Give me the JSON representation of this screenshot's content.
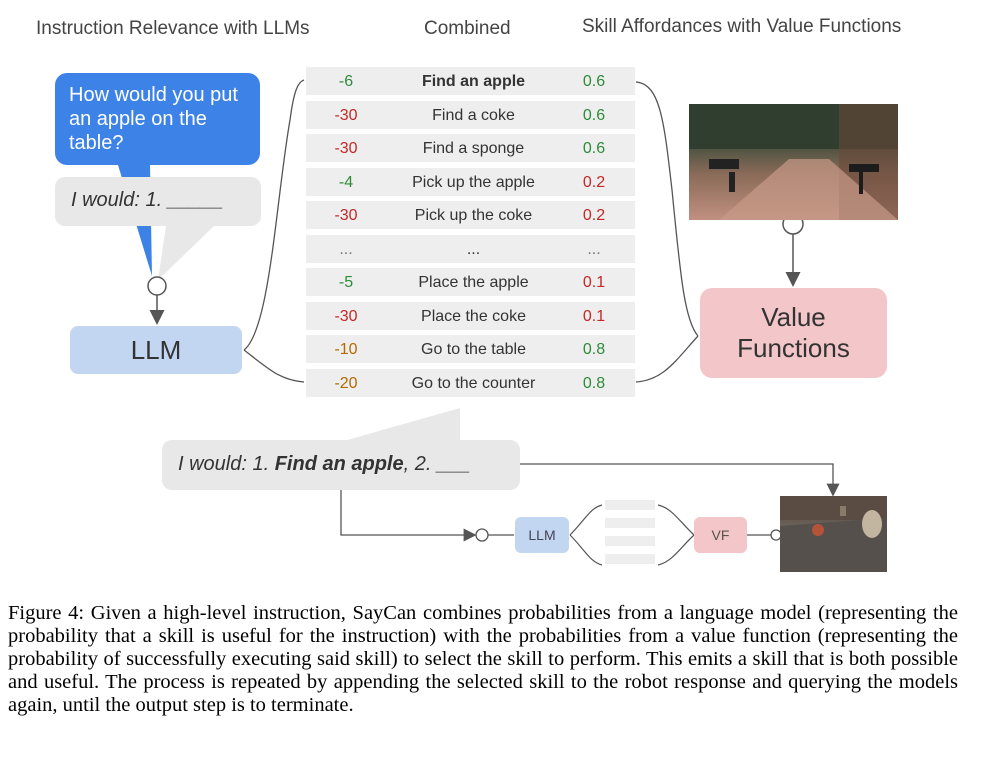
{
  "headers": {
    "left": "Instruction Relevance with LLMs",
    "center": "Combined",
    "right": "Skill Affordances with Value Functions"
  },
  "query_bubble": "How would you put an apple on the table?",
  "prompt_bubble": "I would: 1. _____",
  "llm_label": "LLM",
  "vf_label": "Value Functions",
  "rows": [
    {
      "llm": "-6",
      "skill": "Find an apple",
      "vf": "0.6",
      "bold": true,
      "llm_color": "green",
      "vf_color": "green"
    },
    {
      "llm": "-30",
      "skill": "Find a coke",
      "vf": "0.6",
      "bold": false,
      "llm_color": "red",
      "vf_color": "green"
    },
    {
      "llm": "-30",
      "skill": "Find a sponge",
      "vf": "0.6",
      "bold": false,
      "llm_color": "red",
      "vf_color": "green"
    },
    {
      "llm": "-4",
      "skill": "Pick up the apple",
      "vf": "0.2",
      "bold": false,
      "llm_color": "green",
      "vf_color": "red"
    },
    {
      "llm": "-30",
      "skill": "Pick up the coke",
      "vf": "0.2",
      "bold": false,
      "llm_color": "red",
      "vf_color": "red"
    },
    {
      "llm": "...",
      "skill": "...",
      "vf": "...",
      "bold": false,
      "llm_color": "gray",
      "vf_color": "gray"
    },
    {
      "llm": "-5",
      "skill": "Place the apple",
      "vf": "0.1",
      "bold": false,
      "llm_color": "green",
      "vf_color": "red"
    },
    {
      "llm": "-30",
      "skill": "Place the coke",
      "vf": "0.1",
      "bold": false,
      "llm_color": "red",
      "vf_color": "red"
    },
    {
      "llm": "-10",
      "skill": "Go to the table",
      "vf": "0.8",
      "bold": false,
      "llm_color": "orange",
      "vf_color": "green"
    },
    {
      "llm": "-20",
      "skill": "Go to the counter",
      "vf": "0.8",
      "bold": false,
      "llm_color": "orange",
      "vf_color": "green"
    }
  ],
  "response_bubble": {
    "prefix": "I would: 1. ",
    "selected": "Find an apple",
    "suffix": ", 2. ___"
  },
  "mini_llm_label": "LLM",
  "mini_vf_label": "VF",
  "caption": "Figure 4: Given a high-level instruction, SayCan combines probabilities from a language model (representing the probability that a skill is useful for the instruction) with the probabilities from a value function (representing the probability of successfully executing said skill) to select the skill to perform. This emits a skill that is both possible and useful. The process is repeated by appending the selected skill to the robot response and querying the models again, until the output step is to terminate.",
  "colors": {
    "blue_bubble": "#3d82e6",
    "llm_box": "#c2d6f2",
    "vf_box": "#f3c6ca",
    "row_bg": "#eeeeee",
    "green": "#2e8b3a",
    "red": "#c62828",
    "orange": "#b26a00"
  }
}
